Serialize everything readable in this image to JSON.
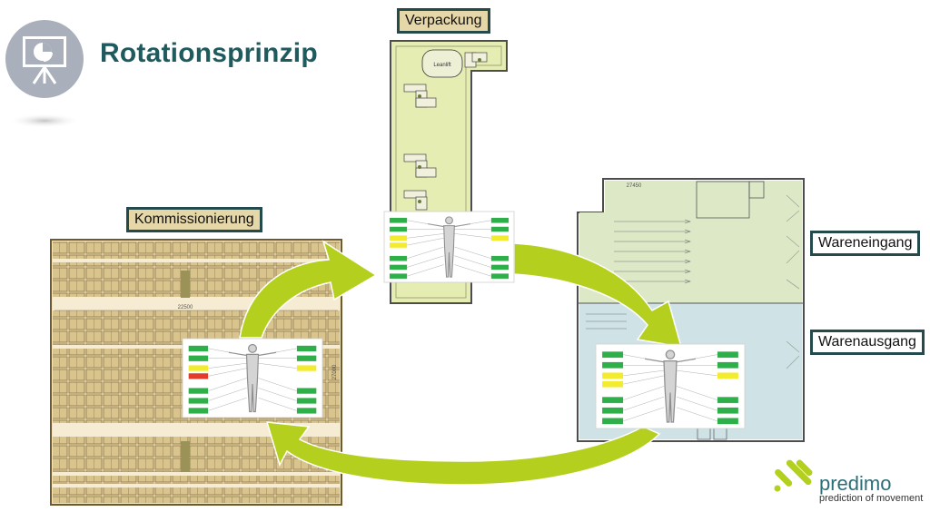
{
  "header": {
    "title": "Rotationsprinzip"
  },
  "zones": {
    "kommissionierung": "Kommissionierung",
    "verpackung": "Verpackung",
    "wareneingang": "Wareneingang",
    "warenausgang": "Warenausgang"
  },
  "floorplan": {
    "leanlift": "Leanlift",
    "dim_width": "22500",
    "dim_height": "27000",
    "dim_right": "27450"
  },
  "logo": {
    "name_a": "predi",
    "name_b": "mo",
    "tagline": "prediction of movement"
  },
  "colors": {
    "title": "#1f5a5f",
    "arrow_green": "#b5cf1e",
    "shelf_tan": "#d9c48e",
    "packing_green": "#e6edb3",
    "goods_in_green": "#dde9c6",
    "goods_out_blue": "#cfe3e6",
    "status_green": "#2eaf4a",
    "status_yellow": "#f3ec2e",
    "status_red": "#e33b2b"
  }
}
